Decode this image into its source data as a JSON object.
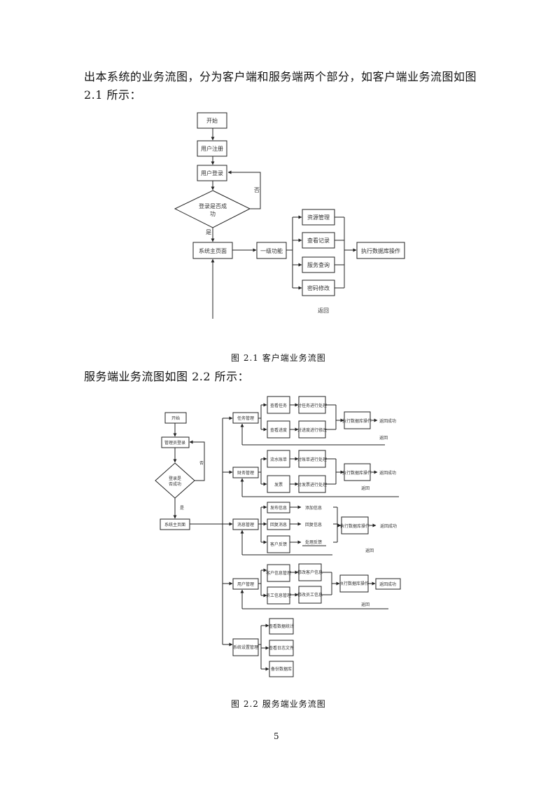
{
  "body_text": {
    "line1": "出本系统的业务流图，分为客户端和服务端两个部分，如客户端业务流图如图",
    "line2": "2.1 所示：",
    "line3": "服务端业务流图如图 2.2 所示："
  },
  "figure1": {
    "caption": "图 2.1 客户端业务流图",
    "start": "开始",
    "register": "用户注册",
    "login": "用户登录",
    "decision": [
      "登录是否成",
      "功"
    ],
    "yes": "是",
    "no": "否",
    "main": "系统主页面",
    "subs_label": "一级功能",
    "items": [
      "资源管理",
      "查看记录",
      "服务查询",
      "密码修改"
    ],
    "db": "执行数据库操作",
    "fail": "返回"
  },
  "figure2": {
    "caption": "图 2.2 服务端业务流图",
    "start": "开始",
    "login": "管理员登录",
    "decision": [
      "登录是",
      "否成功"
    ],
    "no": "否",
    "yes": "是",
    "main": "系统主页面",
    "modules": [
      "任务管理",
      "财务管理",
      "消息管理",
      "用户管理",
      "系统设置管理"
    ],
    "m1": [
      "查看任务",
      "查看进度",
      "对任务进行处理",
      "对进度进行修改",
      "执行数据库操作",
      "返回成功"
    ],
    "m2": [
      "流水账单",
      "发票",
      "对账单进行处理",
      "对发票进行处理",
      "执行数据库操作",
      "返回成功"
    ],
    "m3": [
      "发布信息",
      "回复消息",
      "客户反馈",
      "添加信息",
      "回复信息",
      "处理反馈",
      "执行数据库操作",
      "返回成功"
    ],
    "m4": [
      "客户信息管理",
      "员工信息管理",
      "修改客户信息",
      "修改员工信息",
      "执行数据库操作",
      "返回成功"
    ],
    "m5": [
      "查看数据统计",
      "查看日志文件",
      "备份数据库"
    ],
    "returns": [
      "返回",
      "返回",
      "返回",
      "返回"
    ]
  },
  "page_number": "5"
}
